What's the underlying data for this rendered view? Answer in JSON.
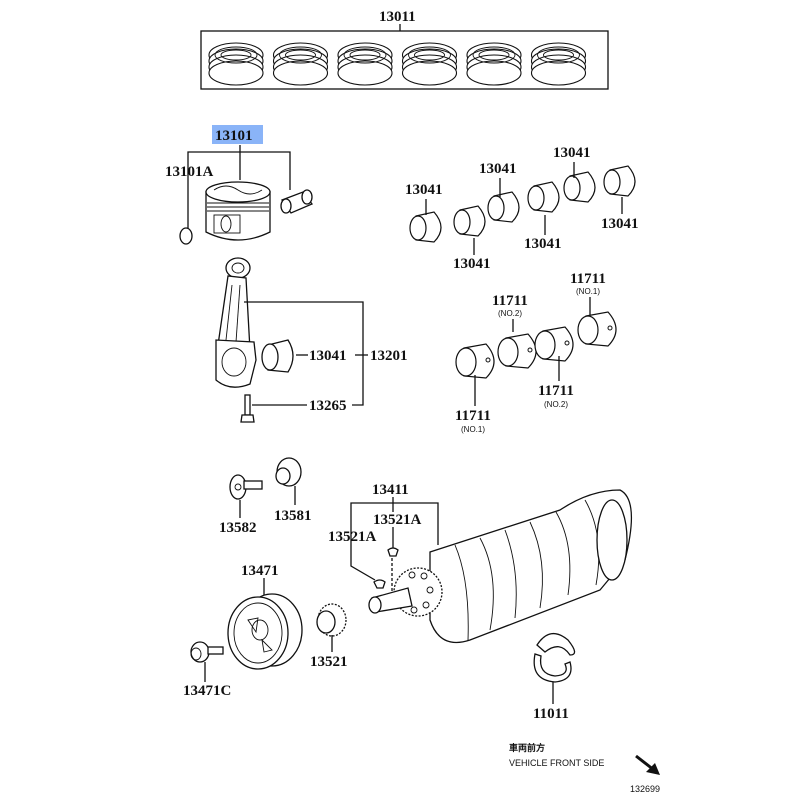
{
  "diagram": {
    "title": "Crankshaft & Piston Parts Diagram",
    "highlight_color": "#8ab4f8",
    "parts": {
      "piston_ring_set": "13011",
      "piston_sub_assy": "13101",
      "piston_snap_ring": "13101A",
      "connecting_rod_bearing": "13041",
      "connecting_rod_assy": "13201",
      "connecting_rod_bolt": "13265",
      "crankshaft_main_bearing": "11711",
      "crankshaft_bolt": "13582",
      "crankshaft_washer": "13581",
      "crankshaft": "13411",
      "crank_key": "13521A",
      "crankshaft_pulley": "13471",
      "pulley_bolt": "13471C",
      "crankshaft_timing_gear": "13521",
      "thrust_washer": "11011"
    },
    "bearing_labels": [
      "13041",
      "13041",
      "13041",
      "13041",
      "13041",
      "13041"
    ],
    "main_bearing_labels": [
      {
        "part": "11711",
        "note": "(NO.1)"
      },
      {
        "part": "11711",
        "note": "(NO.2)"
      },
      {
        "part": "11711",
        "note": "(NO.2)"
      },
      {
        "part": "11711",
        "note": "(NO.1)"
      }
    ],
    "orientation_note_jp": "車両前方",
    "orientation_note_en": "VEHICLE FRONT SIDE",
    "figure_id": "132699"
  }
}
